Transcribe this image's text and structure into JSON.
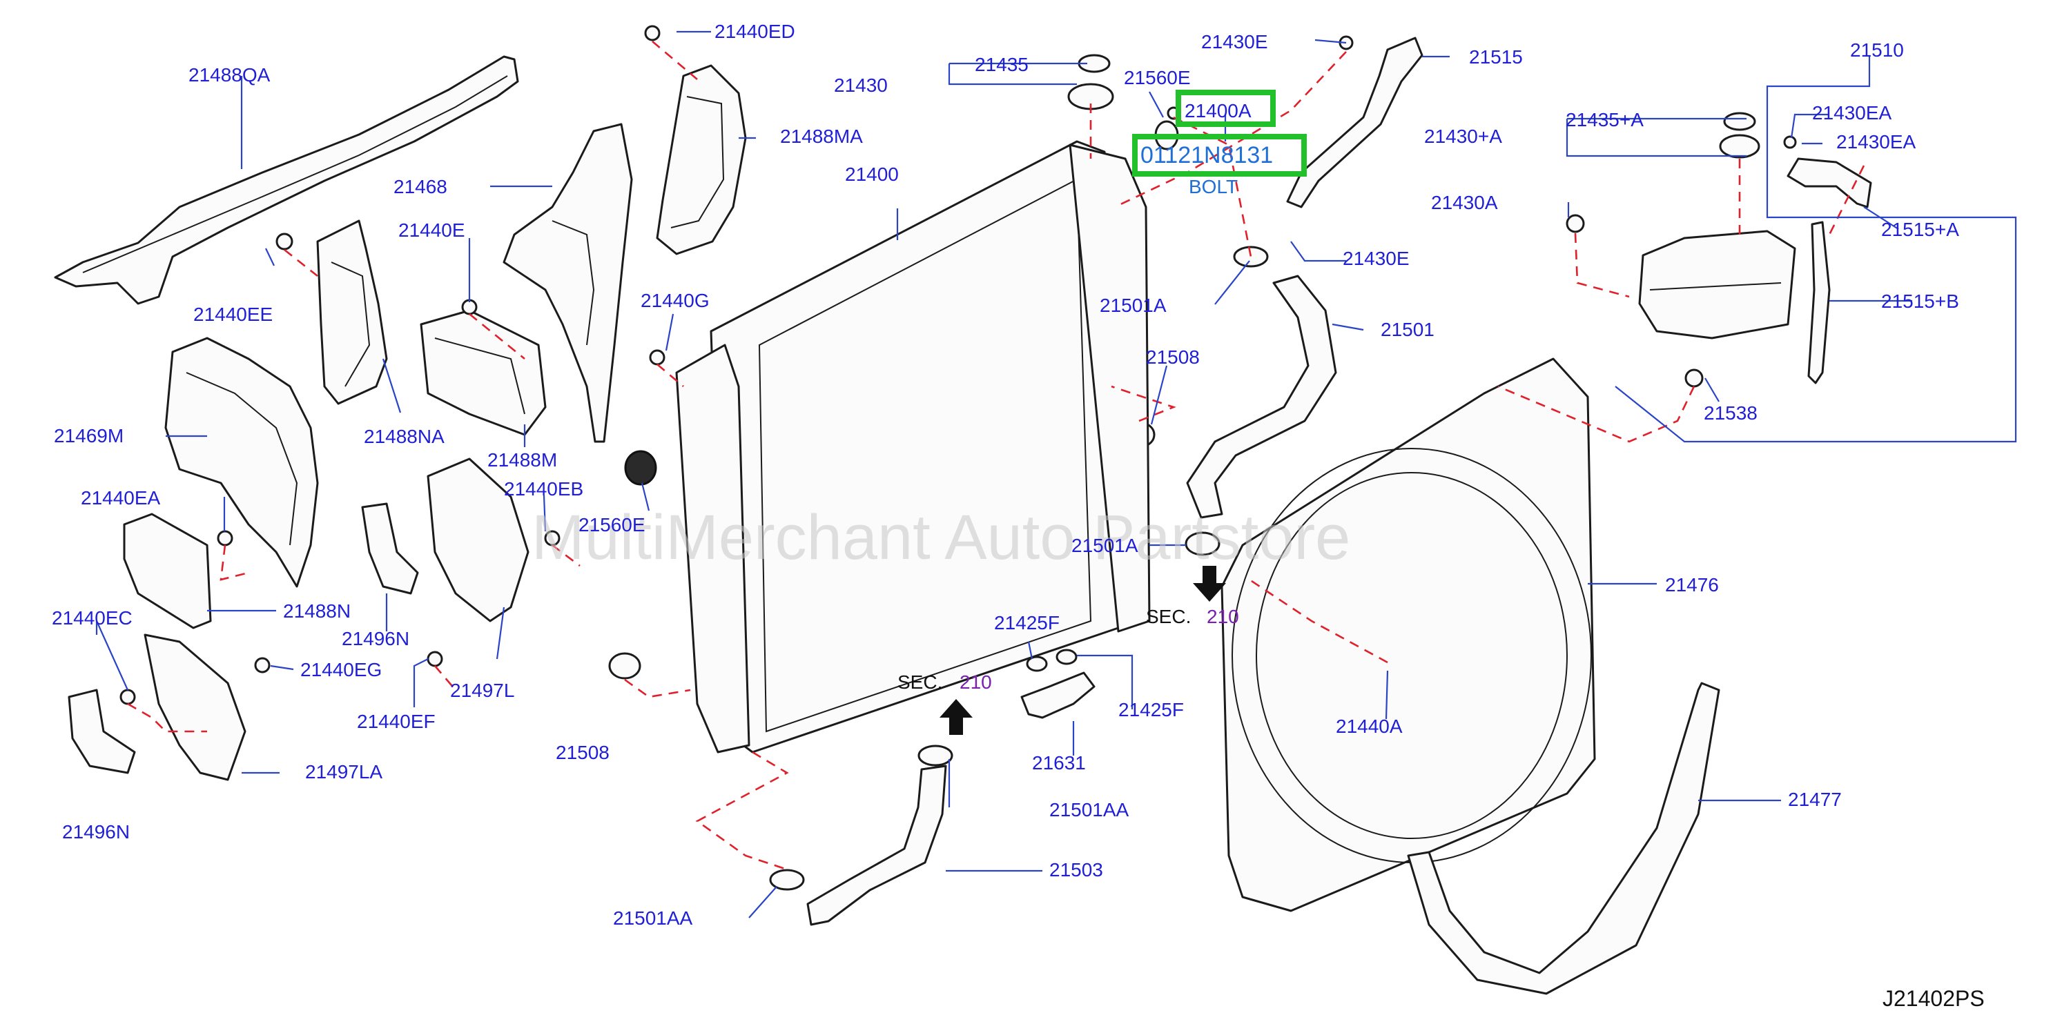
{
  "labels": {
    "p21488QA": "21488QA",
    "p21440ED": "21440ED",
    "p21435": "21435",
    "p21430": "21430",
    "p21560E_top": "21560E",
    "p21430E_top": "21430E",
    "p21515": "21515",
    "p21510": "21510",
    "p21400A": "21400A",
    "p01121N8131": "01121N8131",
    "bolt": "BOLT",
    "p21488MA": "21488MA",
    "p21400": "21400",
    "p21435A": "21435+A",
    "p21430EA_1": "21430EA",
    "p21430A_plus": "21430+A",
    "p21430EA_2": "21430EA",
    "p21468": "21468",
    "p21430E_mid": "21430E",
    "p21430A": "21430A",
    "p21515A": "21515+A",
    "p21440E": "21440E",
    "p21440EE": "21440EE",
    "p21501A_top": "21501A",
    "p21515B": "21515+B",
    "p21440G": "21440G",
    "p21501": "21501",
    "p21508_top": "21508",
    "p21469M": "21469M",
    "p21488NA": "21488NA",
    "p21538": "21538",
    "p21488M": "21488M",
    "p21440EA": "21440EA",
    "p21440EB": "21440EB",
    "p21560E_mid": "21560E",
    "p21501A_mid": "21501A",
    "p21476": "21476",
    "p21488N": "21488N",
    "sec_top": "SEC.",
    "sec_top_num": "210",
    "p21440EC": "21440EC",
    "p21496N_1": "21496N",
    "p21425F_1": "21425F",
    "p21440EG": "21440EG",
    "p21497L": "21497L",
    "sec_bot": "SEC.",
    "sec_bot_num": "210",
    "p21425F_2": "21425F",
    "p21440EF": "21440EF",
    "p21440A": "21440A",
    "p21508_bot": "21508",
    "p21631": "21631",
    "p21497LA": "21497LA",
    "p21496N_2": "21496N",
    "p21501AA_1": "21501AA",
    "p21477": "21477",
    "p21503": "21503",
    "p21501AA_2": "21501AA",
    "diagram_code": "J21402PS"
  },
  "watermark": "MultiMerchant Auto Partstore",
  "colors": {
    "callout_text": "#1f1fd6",
    "leader_line": "#2a44c8",
    "dashed_line": "#e0202a",
    "highlight_box": "#22c02a",
    "section_number": "#7a1fb0"
  }
}
